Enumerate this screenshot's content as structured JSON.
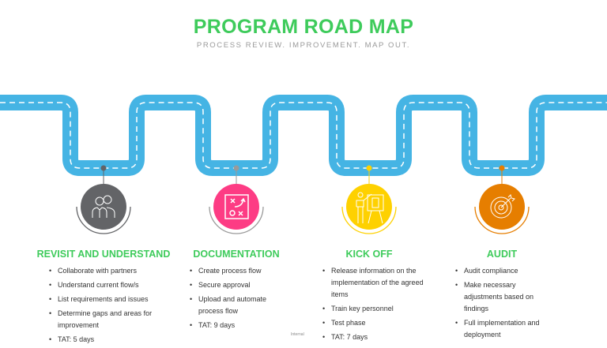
{
  "header": {
    "title": "PROGRAM ROAD MAP",
    "subtitle": "PROCESS REVIEW. IMPROVEMENT. MAP OUT."
  },
  "colors": {
    "title": "#3ecb5b",
    "road": "#45b4e4",
    "stage1": "#636467",
    "stage2": "#fd3c84",
    "stage3": "#fed100",
    "stage4": "#e67e00"
  },
  "stages": [
    {
      "title": "REVISIT AND UNDERSTAND",
      "icon": "people-icon",
      "items": [
        "Collaborate with partners",
        "Understand current flow/s",
        "List requirements and issues",
        "Determine gaps and areas for improvement",
        "TAT: 5 days"
      ]
    },
    {
      "title": "DOCUMENTATION",
      "icon": "strategy-plan-icon",
      "items": [
        "Create process flow",
        "Secure approval",
        "Upload and automate process flow",
        "TAT: 9 days"
      ]
    },
    {
      "title": "KICK OFF",
      "icon": "presentation-icon",
      "items": [
        "Release information on the implementation of the agreed items",
        "Train key personnel",
        "Test phase",
        "TAT: 7 days"
      ]
    },
    {
      "title": "AUDIT",
      "icon": "target-icon",
      "items": [
        "Audit compliance",
        "Make necessary adjustments based on findings",
        "Full implementation and deployment"
      ]
    }
  ],
  "footer": {
    "label": "Internal"
  }
}
